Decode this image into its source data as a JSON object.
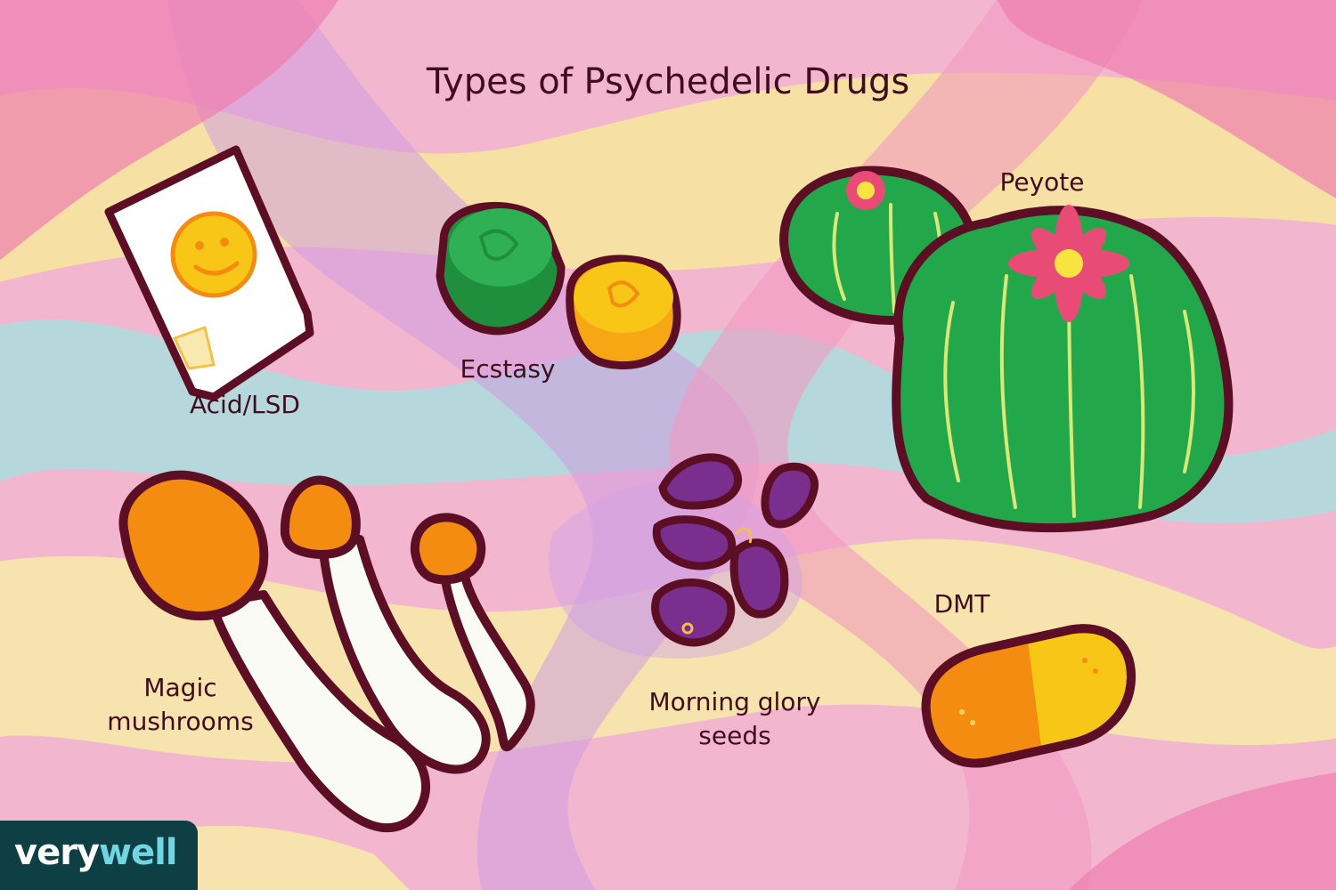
{
  "title": "Types of Psychedelic Drugs",
  "labels": {
    "acid": "Acid/LSD",
    "ecstasy": "Ecstasy",
    "peyote": "Peyote",
    "mushrooms_line1": "Magic",
    "mushrooms_line2": "mushrooms",
    "morning_glory_line1": "Morning glory",
    "morning_glory_line2": "seeds",
    "dmt": "DMT"
  },
  "brand": {
    "part1": "very",
    "part2": "well"
  },
  "icons": [
    "smiley-blotter-icon",
    "green-pill-icon",
    "yellow-pill-icon",
    "peyote-cactus-icon",
    "magic-mushroom-icon",
    "morning-glory-seed-icon",
    "capsule-icon"
  ],
  "colors": {
    "outline": "#5c0f24",
    "text": "#3f0d1d",
    "green": "#22a84a",
    "yellow": "#f7c617",
    "orange": "#f48c11",
    "purple": "#7a2e8e",
    "pink_flower": "#e94b77",
    "brand_bg": "#0d3f45",
    "brand_accent": "#71d5e2"
  }
}
